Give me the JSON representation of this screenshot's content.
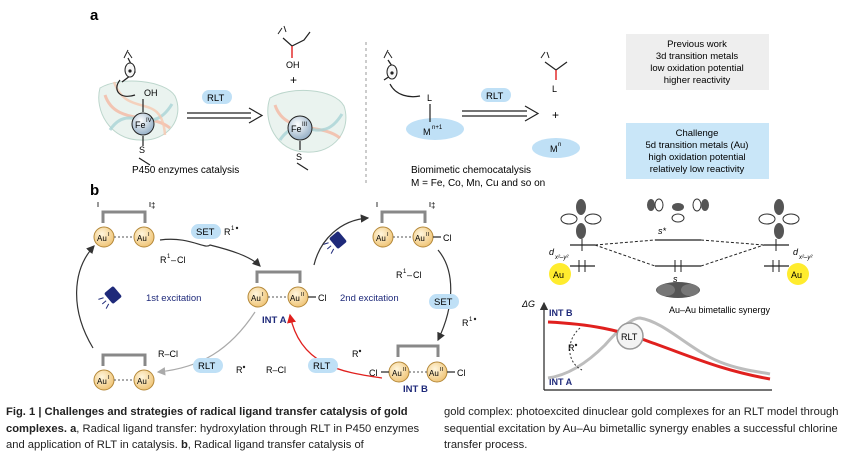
{
  "panel_a": {
    "label": "a",
    "rlt_label": "RLT",
    "oh": "OH",
    "fe_iv": "Fe",
    "fe_iv_sup": "IV",
    "fe_iii": "Fe",
    "fe_iii_sup": "III",
    "s_label": "S",
    "plus": "+",
    "p450_caption": "P450 enzymes catalysis",
    "l_label": "L",
    "m_label": "M",
    "m_sup": "n+1",
    "mn_label": "M",
    "mn_sup": "n",
    "biomimetic_line1": "Biomimetic chemocatalysis",
    "biomimetic_line2": "M = Fe, Co, Mn, Cu and so on",
    "previous_work": [
      "Previous work",
      "3d transition metals",
      "low oxidation potential",
      "higher reactivity"
    ],
    "challenge": [
      "Challenge",
      "5d transition metals (Au)",
      "high oxidation potential",
      "relatively low reactivity"
    ]
  },
  "panel_b": {
    "label": "b",
    "au": "Au",
    "sup_i": "I",
    "sup_ii": "II",
    "cl": "Cl",
    "set_label": "SET",
    "rlt_label": "RLT",
    "r1cl": "R",
    "r1": "R",
    "r1_sup": "1",
    "r_cl": "R–Cl",
    "r_dot": "R",
    "int_a": "INT A",
    "int_b": "INT B",
    "first_excitation": "1st excitation",
    "second_excitation": "2nd excitation",
    "dagger": "‡",
    "mo_s_star": "s*",
    "mo_s": "s",
    "mo_d_left": "d",
    "mo_d_sub": "x²–y²",
    "delta_g": "ΔG",
    "bimetallic": "Au–Au bimetallic synergy",
    "colors": {
      "au_fill": "#f2cf8c",
      "au_yellow": "#ffec2e",
      "blue_box": "#bfe0f6",
      "red": "#e0201e",
      "gray_curve": "#bdbdbd",
      "navy": "#1f2a7a"
    }
  },
  "caption": {
    "fig_title": "Fig. 1 | Challenges and strategies of radical ligand transfer catalysis of gold complexes.",
    "a_label": "a",
    "a_text": ", Radical ligand transfer: hydroxylation through RLT in P450 enzymes and application of RLT in catalysis.",
    "b_label": "b",
    "b_text": ", Radical ligand transfer catalysis of",
    "right_text": "gold complex: photoexcited dinuclear gold complexes for an RLT model through sequential excitation by Au–Au bimetallic synergy enables a successful chlorine transfer process."
  }
}
